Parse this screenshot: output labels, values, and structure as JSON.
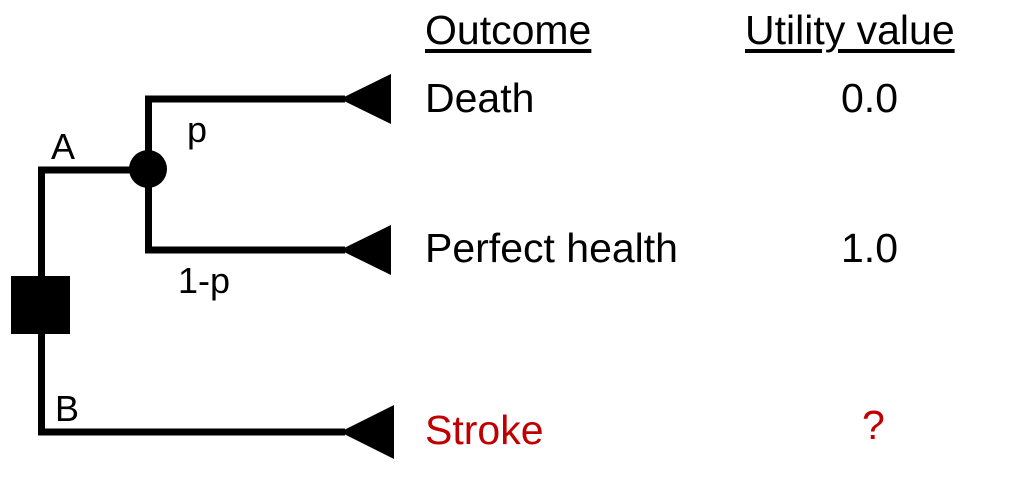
{
  "diagram": {
    "type": "decision-tree",
    "title_headers": {
      "outcome": "Outcome",
      "utility": "Utility value"
    },
    "decision_node": {
      "shape": "square",
      "color": "#000000"
    },
    "chance_node": {
      "shape": "circle",
      "color": "#000000"
    },
    "branches": [
      {
        "id": "A",
        "label": "A",
        "leads_to": "chance-node",
        "sub_branches": [
          {
            "probability_label": "p",
            "outcome": "Death",
            "utility": "0.0",
            "color": "#000000"
          },
          {
            "probability_label": "1-p",
            "outcome": "Perfect health",
            "utility": "1.0",
            "color": "#000000"
          }
        ]
      },
      {
        "id": "B",
        "label": "B",
        "leads_to": "terminal-node",
        "outcome": "Stroke",
        "utility": "?",
        "color": "#C00000"
      }
    ],
    "terminal_markers": {
      "shape": "left-pointing-triangle",
      "count": 3,
      "color": "#000000"
    },
    "colors": {
      "line": "#000000",
      "text": "#000000",
      "highlight": "#C00000",
      "background": "#FFFFFF"
    }
  }
}
